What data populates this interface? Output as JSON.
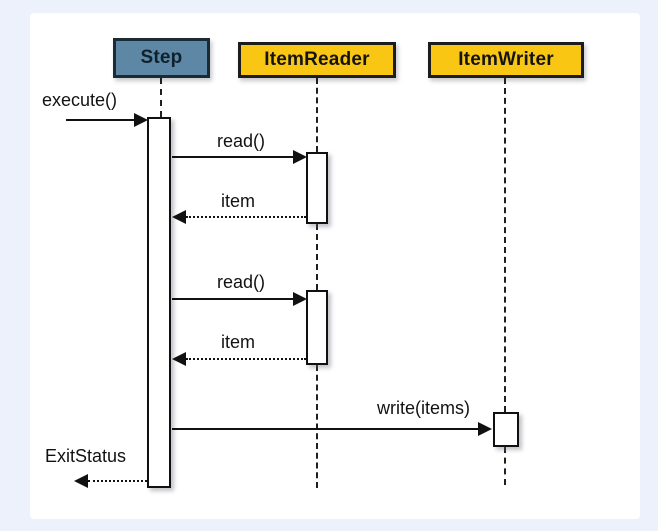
{
  "colors": {
    "canvas_background": "#ECF1FC",
    "panel_background": "#FFFFFF",
    "step_fill": "#5D87A4",
    "item_fill": "#F9C713",
    "line_color": "#111111"
  },
  "diagram": {
    "type": "uml-sequence",
    "participants": [
      {
        "id": "step",
        "label": "Step",
        "fill": "#5D87A4"
      },
      {
        "id": "item-reader",
        "label": "ItemReader",
        "fill": "#F9C713"
      },
      {
        "id": "item-writer",
        "label": "ItemWriter",
        "fill": "#F9C713"
      }
    ],
    "messages": [
      {
        "label": "execute()",
        "from": "caller",
        "to": "Step",
        "style": "solid"
      },
      {
        "label": "read()",
        "from": "Step",
        "to": "ItemReader",
        "style": "solid"
      },
      {
        "label": "item",
        "from": "ItemReader",
        "to": "Step",
        "style": "dotted"
      },
      {
        "label": "read()",
        "from": "Step",
        "to": "ItemReader",
        "style": "solid"
      },
      {
        "label": "item",
        "from": "ItemReader",
        "to": "Step",
        "style": "dotted"
      },
      {
        "label": "write(items)",
        "from": "Step",
        "to": "ItemWriter",
        "style": "solid"
      },
      {
        "label": "ExitStatus",
        "from": "Step",
        "to": "caller",
        "style": "dotted"
      }
    ]
  }
}
